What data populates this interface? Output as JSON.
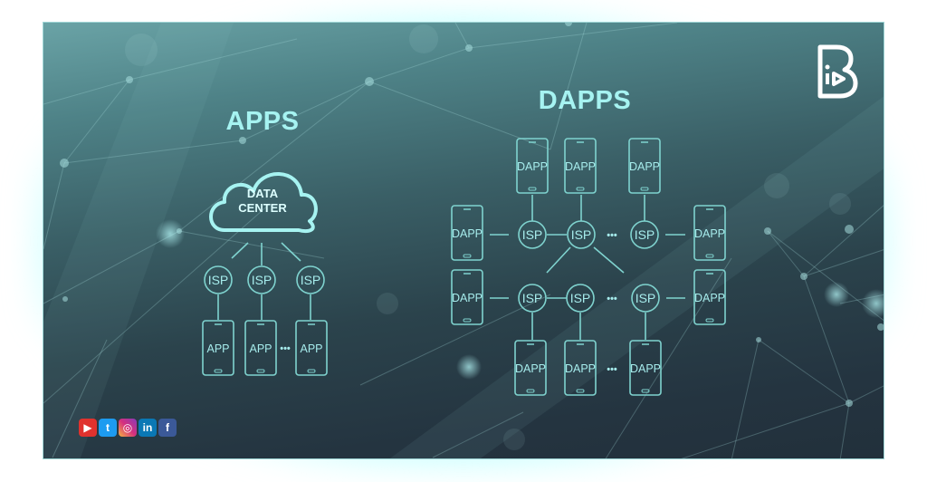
{
  "colors": {
    "accent": "#a6f3f1",
    "stroke": "#7fd3cf",
    "card_top": "#6aa3a6",
    "card_bottom": "#22303b"
  },
  "logo": {
    "icon": "brand-b-logo-icon"
  },
  "apps": {
    "title": "APPS",
    "cloud_line1": "DATA",
    "cloud_line2": "CENTER",
    "isp_labels": [
      "ISP",
      "ISP",
      "ISP"
    ],
    "app_labels": [
      "APP",
      "APP",
      "APP"
    ],
    "ellipsis": "•••"
  },
  "dapps": {
    "title": "DAPPS",
    "top_dapps": [
      "DAPP",
      "DAPP",
      "DAPP"
    ],
    "row1_isps": [
      "ISP",
      "ISP",
      "ISP"
    ],
    "row1_left_dapp": "DAPP",
    "row1_right_dapp": "DAPP",
    "row2_isps": [
      "ISP",
      "ISP",
      "ISP"
    ],
    "row2_left_dapp": "DAPP",
    "row2_right_dapp": "DAPP",
    "bottom_dapps": [
      "DAPP",
      "DAPP",
      "DAPP"
    ],
    "ellipsis": "•••"
  },
  "social": [
    {
      "name": "youtube",
      "icon": "youtube-icon",
      "glyph": "▶",
      "color": "#e0322e"
    },
    {
      "name": "twitter",
      "icon": "twitter-icon",
      "glyph": "t",
      "color": "#1d9bf0"
    },
    {
      "name": "instagram",
      "icon": "instagram-icon",
      "glyph": "◎",
      "color": "#d6307e"
    },
    {
      "name": "linkedin",
      "icon": "linkedin-icon",
      "glyph": "in",
      "color": "#0a78b5"
    },
    {
      "name": "facebook",
      "icon": "facebook-icon",
      "glyph": "f",
      "color": "#3b5998"
    }
  ]
}
